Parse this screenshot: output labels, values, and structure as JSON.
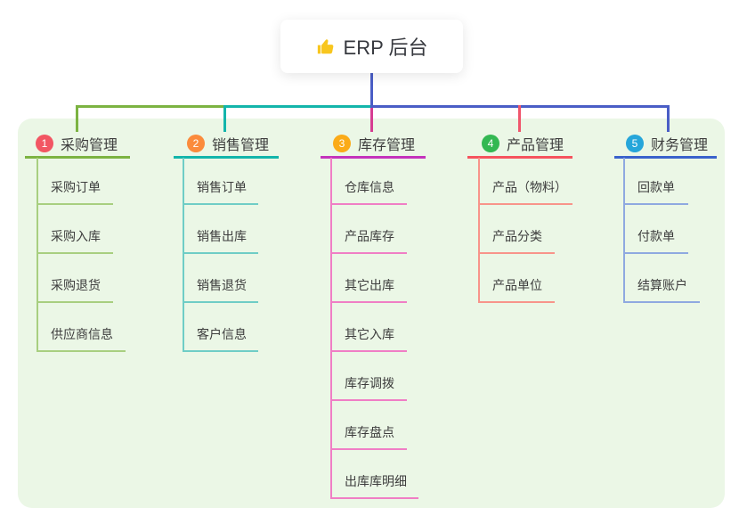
{
  "root": {
    "label": "ERP 后台",
    "icon": "thumbs-up-icon"
  },
  "panel": {
    "background": "#ebf7e6"
  },
  "connector": {
    "root_line_color": "#4a5ec6"
  },
  "branches": [
    {
      "number": "1",
      "label": "采购管理",
      "badge_color": "#f25663",
      "line_color": "#7cb342",
      "child_line_color": "#a8cf80",
      "children": [
        "采购订单",
        "采购入库",
        "采购退货",
        "供应商信息"
      ]
    },
    {
      "number": "2",
      "label": "销售管理",
      "badge_color": "#fb8b3c",
      "line_color": "#13b5ab",
      "child_line_color": "#6fcdc6",
      "children": [
        "销售订单",
        "销售出库",
        "销售退货",
        "客户信息"
      ]
    },
    {
      "number": "3",
      "label": "库存管理",
      "badge_color": "#fbab18",
      "line_color": "#c433bc",
      "drop_color": "#d63d92",
      "child_line_color": "#f07ec5",
      "children": [
        "仓库信息",
        "产品库存",
        "其它出库",
        "其它入库",
        "库存调拨",
        "库存盘点",
        "出库库明细"
      ]
    },
    {
      "number": "4",
      "label": "产品管理",
      "badge_color": "#33b852",
      "line_color": "#f6535e",
      "drop_color": "#f0566c",
      "child_line_color": "#f8948a",
      "children": [
        "产品（物料）",
        "产品分类",
        "产品单位"
      ]
    },
    {
      "number": "5",
      "label": "财务管理",
      "badge_color": "#26a6da",
      "line_color": "#3a62cc",
      "child_line_color": "#8fa9e0",
      "children": [
        "回款单",
        "付款单",
        "结算账户"
      ]
    }
  ]
}
